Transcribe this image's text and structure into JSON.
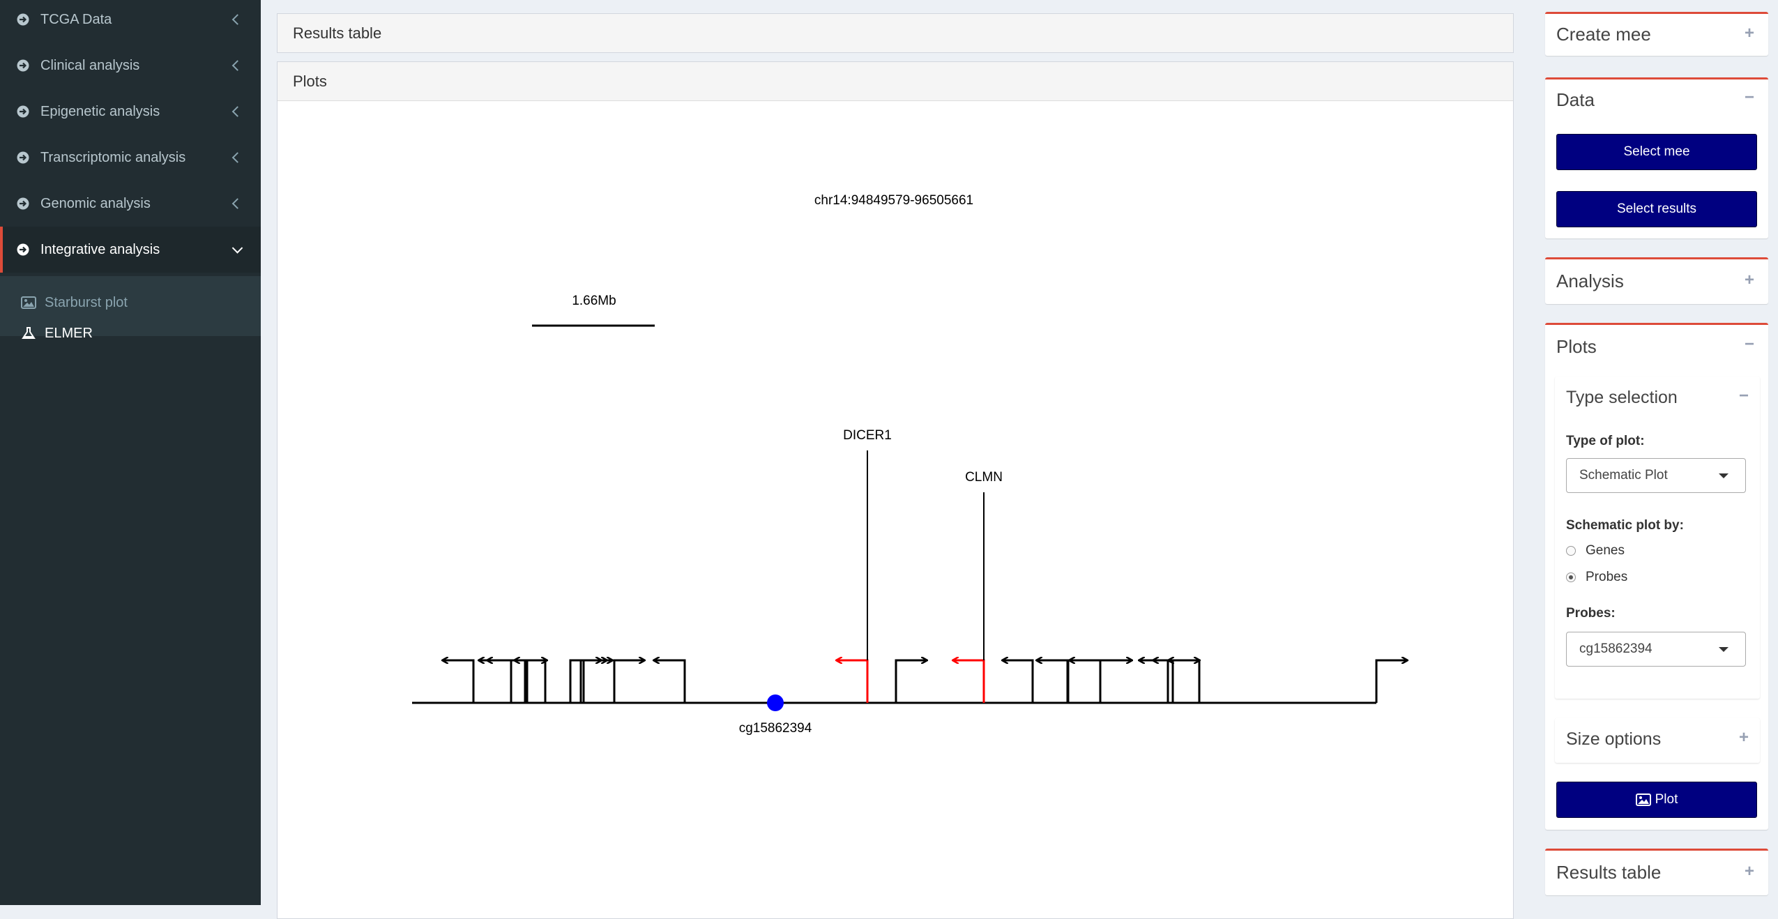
{
  "sidebar": {
    "items": [
      {
        "label": "TCGA Data"
      },
      {
        "label": "Clinical analysis"
      },
      {
        "label": "Epigenetic analysis"
      },
      {
        "label": "Transcriptomic analysis"
      },
      {
        "label": "Genomic analysis"
      },
      {
        "label": "Integrative analysis"
      }
    ],
    "subitems": [
      {
        "label": "Starburst plot"
      },
      {
        "label": "ELMER"
      }
    ]
  },
  "main": {
    "results_table_title": "Results table",
    "plots_title": "Plots"
  },
  "schematic": {
    "region": "chr14:94849579-96505661",
    "scale_label": "1.66Mb",
    "probe": "cg15862394",
    "genes": [
      {
        "name": "DICER1"
      },
      {
        "name": "CLMN"
      }
    ]
  },
  "right_panel": {
    "create_mee": {
      "title": "Create mee",
      "tool": "+"
    },
    "data": {
      "title": "Data",
      "tool": "−",
      "select_mee": "Select mee",
      "select_results": "Select results"
    },
    "analysis": {
      "title": "Analysis",
      "tool": "+"
    },
    "plots": {
      "title": "Plots",
      "tool": "−",
      "type_selection": {
        "title": "Type selection",
        "tool": "−",
        "type_of_plot_label": "Type of plot:",
        "type_of_plot_value": "Schematic Plot",
        "schematic_by_label": "Schematic plot by:",
        "options": [
          {
            "label": "Genes",
            "selected": false
          },
          {
            "label": "Probes",
            "selected": true
          }
        ],
        "probes_label": "Probes:",
        "probes_value": "cg15862394"
      },
      "size_options": {
        "title": "Size options",
        "tool": "+"
      },
      "plot_button": "Plot"
    },
    "results_table": {
      "title": "Results table",
      "tool": "+"
    }
  },
  "colors": {
    "sidebar_bg": "#222d32",
    "accent": "#dd4b39",
    "button": "#000080",
    "highlight_gene": "#ff0000",
    "probe": "#0000ff"
  }
}
